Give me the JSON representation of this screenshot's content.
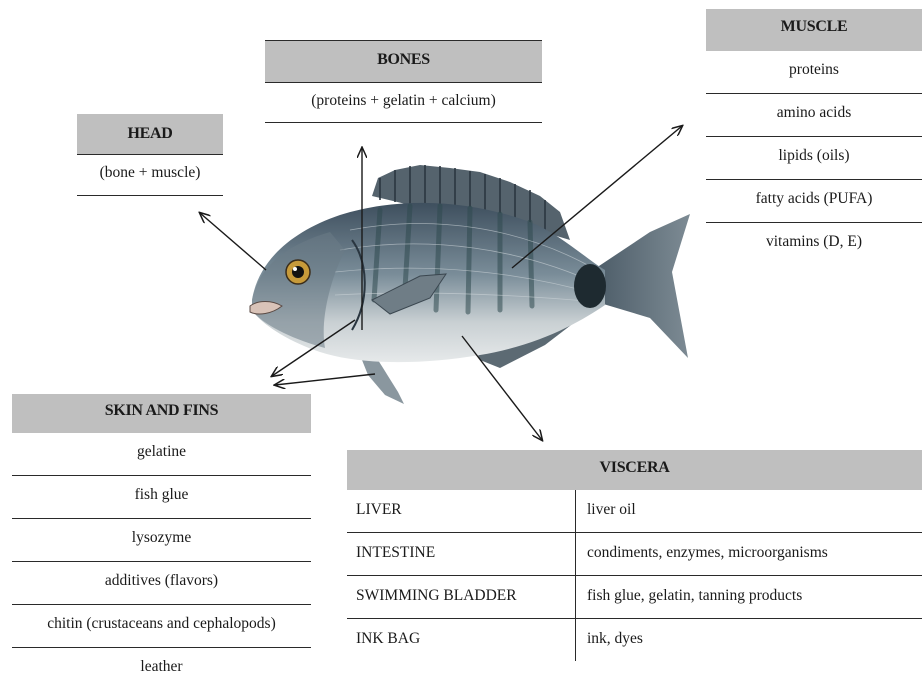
{
  "head": {
    "title": "HEAD",
    "items": [
      "(bone + muscle)"
    ]
  },
  "bones": {
    "title": "BONES",
    "items": [
      "(proteins + gelatin + calcium)"
    ]
  },
  "muscle": {
    "title": "MUSCLE",
    "items": [
      "proteins",
      "amino acids",
      "lipids (oils)",
      "fatty acids (PUFA)",
      "vitamins (D, E)"
    ]
  },
  "skin_and_fins": {
    "title": "SKIN AND FINS",
    "items": [
      "gelatine",
      "fish glue",
      "lysozyme",
      "additives (flavors)",
      "chitin (crustaceans and cephalopods)",
      "leather"
    ]
  },
  "viscera": {
    "title": "VISCERA",
    "rows": [
      {
        "organ": "LIVER",
        "products": "liver oil"
      },
      {
        "organ": "INTESTINE",
        "products": "condiments, enzymes, microorganisms"
      },
      {
        "organ": "SWIMMING BLADDER",
        "products": "fish glue, gelatin, tanning products"
      },
      {
        "organ": "INK BAG",
        "products": "ink, dyes"
      }
    ]
  },
  "colors": {
    "header_fill": "#bfbfbf",
    "fish_back": "#4a5d6e",
    "fish_belly": "#d9dee0",
    "fish_stripe": "#2f4a4f"
  }
}
